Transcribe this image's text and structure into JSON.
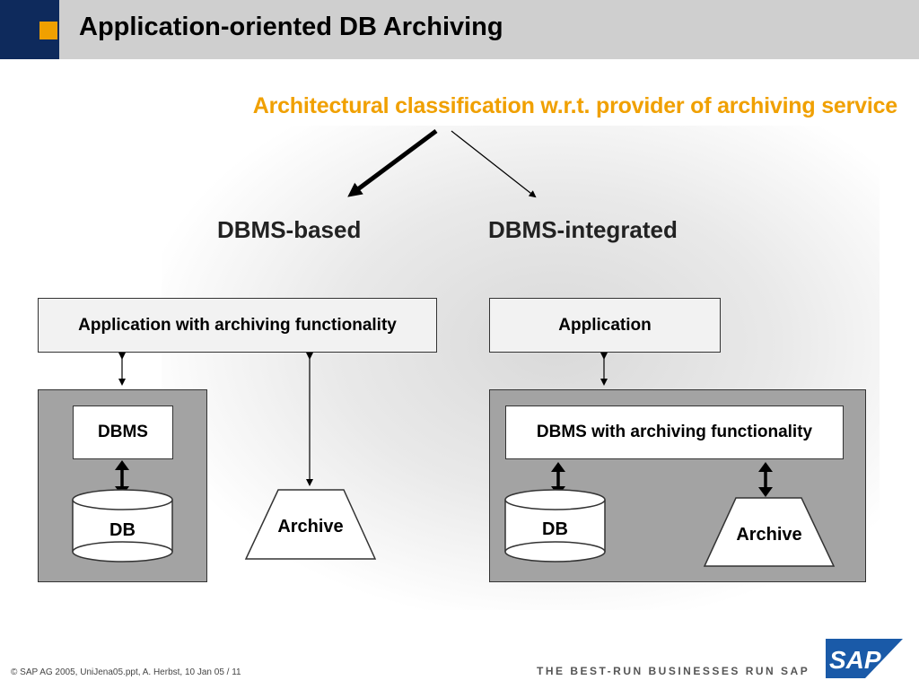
{
  "slide": {
    "title": "Application-oriented DB Archiving",
    "subtitle": "Architectural classification w.r.t. provider of archiving service"
  },
  "branches": {
    "left": "DBMS-based",
    "right": "DBMS-integrated"
  },
  "left_diagram": {
    "app_box": "Application with archiving functionality",
    "dbms_box": "DBMS",
    "db_cylinder": "DB",
    "archive": "Archive"
  },
  "right_diagram": {
    "app_box": "Application",
    "dbms_box": "DBMS with archiving functionality",
    "db_cylinder": "DB",
    "archive": "Archive"
  },
  "footer": {
    "copyright": "©  SAP AG 2005, UniJena05.ppt,  A. Herbst, 10 Jan 05 / 11",
    "slogan": "THE BEST-RUN BUSINESSES RUN SAP",
    "logo_text": "SAP"
  },
  "colors": {
    "header_bar": "#cfcfcf",
    "header_accent": "#0e2a5c",
    "bullet": "#f0a000",
    "subtitle": "#f0a000",
    "container_gray": "#a3a3a3",
    "sap_blue": "#1a5aa8"
  }
}
